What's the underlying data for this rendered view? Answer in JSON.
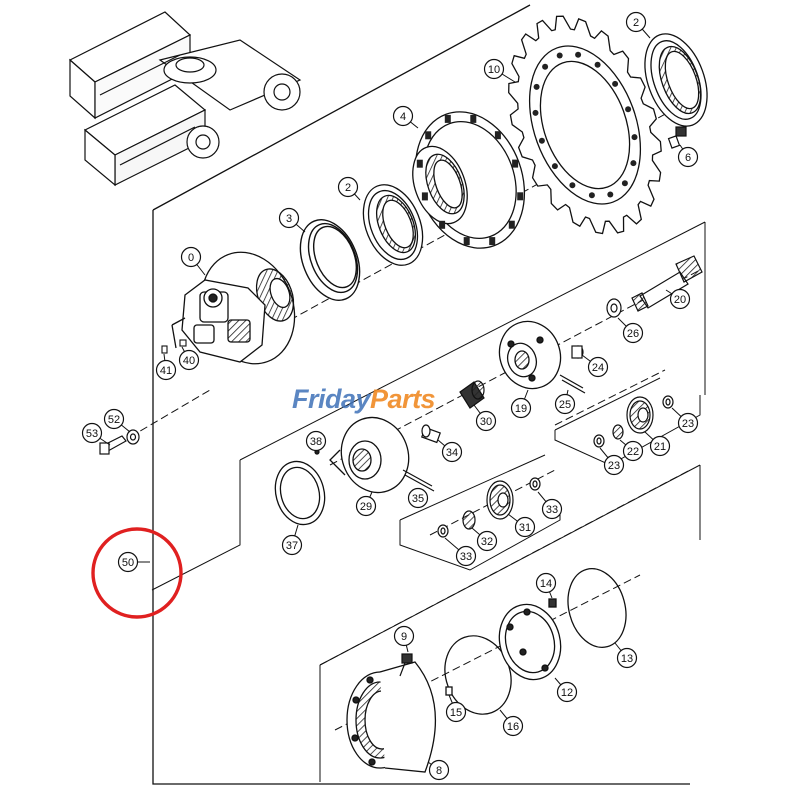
{
  "diagram": {
    "watermark": {
      "text_a": "Friday",
      "text_b": "Parts"
    },
    "accent_color": "#e02020",
    "ink_color": "#111111",
    "highlighted_callout": "50",
    "callouts": [
      {
        "id": "c0",
        "label": "0"
      },
      {
        "id": "c2a",
        "label": "2"
      },
      {
        "id": "c2b",
        "label": "2"
      },
      {
        "id": "c3",
        "label": "3"
      },
      {
        "id": "c4",
        "label": "4"
      },
      {
        "id": "c6",
        "label": "6"
      },
      {
        "id": "c8",
        "label": "8"
      },
      {
        "id": "c9",
        "label": "9"
      },
      {
        "id": "c10",
        "label": "10"
      },
      {
        "id": "c12",
        "label": "12"
      },
      {
        "id": "c13",
        "label": "13"
      },
      {
        "id": "c14",
        "label": "14"
      },
      {
        "id": "c15",
        "label": "15"
      },
      {
        "id": "c16",
        "label": "16"
      },
      {
        "id": "c19",
        "label": "19"
      },
      {
        "id": "c20",
        "label": "20"
      },
      {
        "id": "c21",
        "label": "21"
      },
      {
        "id": "c22",
        "label": "22"
      },
      {
        "id": "c23a",
        "label": "23"
      },
      {
        "id": "c23b",
        "label": "23"
      },
      {
        "id": "c24",
        "label": "24"
      },
      {
        "id": "c25",
        "label": "25"
      },
      {
        "id": "c26",
        "label": "26"
      },
      {
        "id": "c29",
        "label": "29"
      },
      {
        "id": "c30",
        "label": "30"
      },
      {
        "id": "c31",
        "label": "31"
      },
      {
        "id": "c32",
        "label": "32"
      },
      {
        "id": "c33a",
        "label": "33"
      },
      {
        "id": "c33b",
        "label": "33"
      },
      {
        "id": "c34",
        "label": "34"
      },
      {
        "id": "c35",
        "label": "35"
      },
      {
        "id": "c37",
        "label": "37"
      },
      {
        "id": "c38",
        "label": "38"
      },
      {
        "id": "c40",
        "label": "40"
      },
      {
        "id": "c41",
        "label": "41"
      },
      {
        "id": "c50",
        "label": "50"
      },
      {
        "id": "c52",
        "label": "52"
      },
      {
        "id": "c53",
        "label": "53"
      }
    ]
  }
}
